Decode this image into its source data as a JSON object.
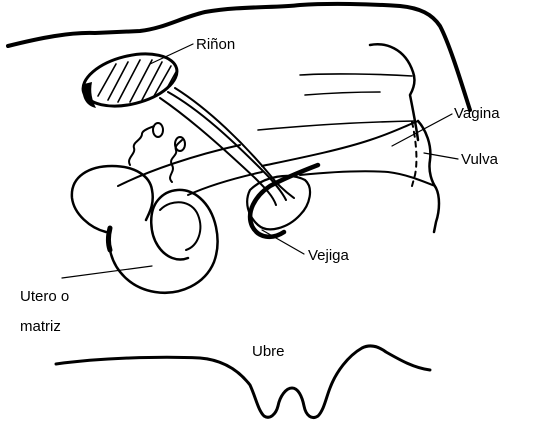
{
  "labels": {
    "kidney": "Riñon",
    "vagina": "Vagina",
    "vulva": "Vulva",
    "bladder": "Vejiga",
    "uterus_line1": "Utero o",
    "uterus_line2": "matriz",
    "udder": "Ubre"
  },
  "colors": {
    "ink": "#000000",
    "background": "#ffffff"
  }
}
